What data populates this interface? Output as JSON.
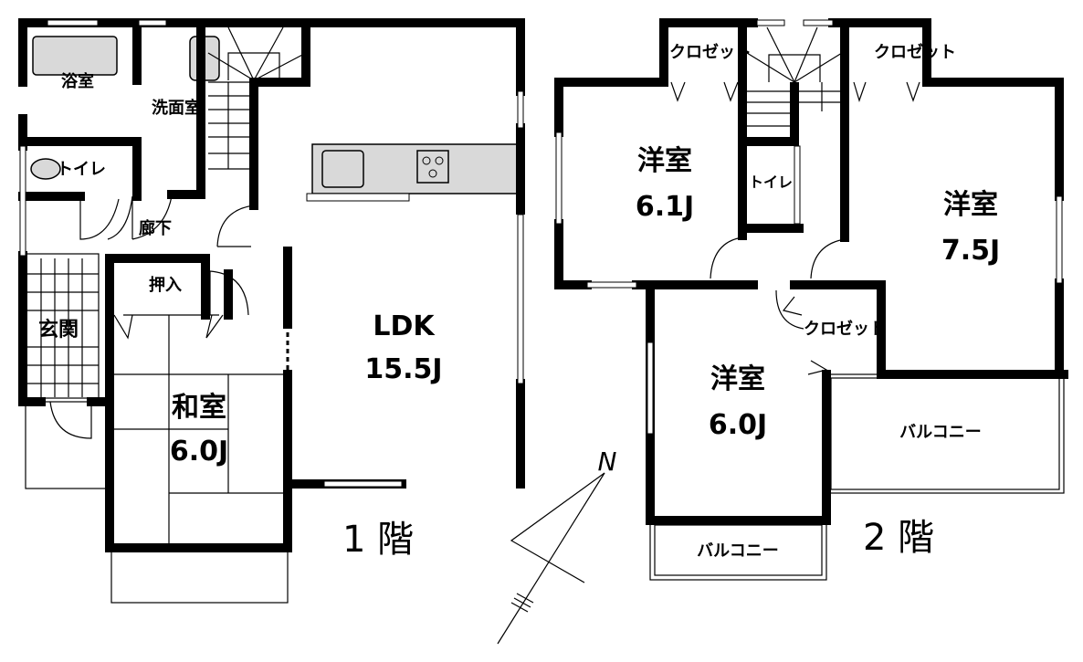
{
  "floor1": {
    "label": "1 階",
    "rooms": {
      "bath": "浴室",
      "washroom": "洗面室",
      "toilet": "トイレ",
      "hallway": "廊下",
      "closet": "押入",
      "entrance": "玄関",
      "ldk_name": "LDK",
      "ldk_size": "15.5J",
      "washitsu_name": "和室",
      "washitsu_size": "6.0J"
    }
  },
  "floor2": {
    "label": "2 階",
    "rooms": {
      "closet_left": "クロゼット",
      "closet_right": "クロゼット",
      "closet_center": "クロゼット",
      "toilet": "トイレ",
      "room_a_name": "洋室",
      "room_a_size": "6.1J",
      "room_b_name": "洋室",
      "room_b_size": "7.5J",
      "room_c_name": "洋室",
      "room_c_size": "6.0J",
      "balcony_small": "バルコニー",
      "balcony_large": "バルコニー"
    }
  },
  "compass": {
    "north": "N"
  }
}
